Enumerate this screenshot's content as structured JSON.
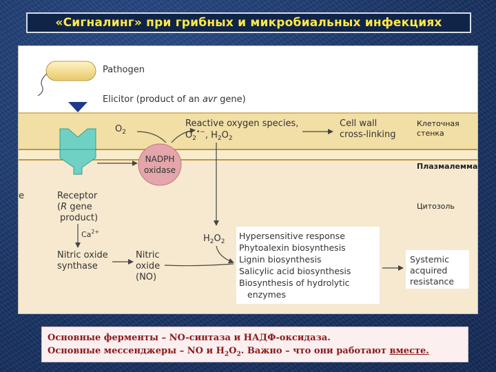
{
  "slide": {
    "title": "«Сигналинг» при грибных и микробиальных инфекциях"
  },
  "diagram": {
    "pathogen": "Pathogen",
    "elicitor_pre": "Elicitor (product of an ",
    "elicitor_avr": "avr",
    "elicitor_post": " gene)",
    "o2": "O",
    "o2_sub": "2",
    "ros_line1": "Reactive oxygen species,",
    "ros_o": "O",
    "ros_o_sub": "2",
    "ros_o_sup": "•−",
    "ros_h2o2": ", H",
    "ros_h_sub": "2",
    "ros_o2": "O",
    "ros_o2_sub": "2",
    "cell_wall_line1": "Cell wall",
    "cell_wall_line2": "cross-linking",
    "wall_label_line1": "Клеточная",
    "wall_label_line2": "стенка",
    "membrane_label": "Плазмалемма",
    "cytosol_label": "Цитозоль",
    "nadph_line1": "NADPH",
    "nadph_line2": "oxidase",
    "receptor_line1": "Receptor",
    "receptor_line2_r": "R",
    "receptor_line2": " gene",
    "receptor_line3": "product)",
    "receptor_paren": "(",
    "ca": "Ca",
    "ca_sup": "2+",
    "nos_line1": "Nitric oxide",
    "nos_line2": "synthase",
    "no_line1": "Nitric",
    "no_line2": "oxide",
    "no_line3": "(NO)",
    "h2o2_h": "H",
    "h2o2_sub1": "2",
    "h2o2_o": "O",
    "h2o2_sub2": "2",
    "responses": [
      "Hypersensitive response",
      "Phytoalexin biosynthesis",
      "Lignin biosynthesis",
      "Salicylic acid biosynthesis",
      "Biosynthesis of hydrolytic",
      "enzymes"
    ],
    "sar_line1": "Systemic",
    "sar_line2": "acquired",
    "sar_line3": "resistance",
    "left_edge_letter": "e"
  },
  "note": {
    "line1": "Основные ферменты – NO-синтаза и НАДФ-оксидаза.",
    "line2_a": "Основные мессенджеры – NO и H",
    "line2_sub1": "2",
    "line2_b": "O",
    "line2_sub2": "2",
    "line2_c": ". Важно – что они работают ",
    "line2_u": "вместе."
  },
  "colors": {
    "title_text": "#ffe84a",
    "note_text": "#8b1a1a",
    "wall": "#f2dfa6",
    "cytosol": "#f6e9cf",
    "nadph": "#e4a5ab",
    "receptor": "#6fd0c4",
    "elicitor": "#1f3a8a"
  }
}
